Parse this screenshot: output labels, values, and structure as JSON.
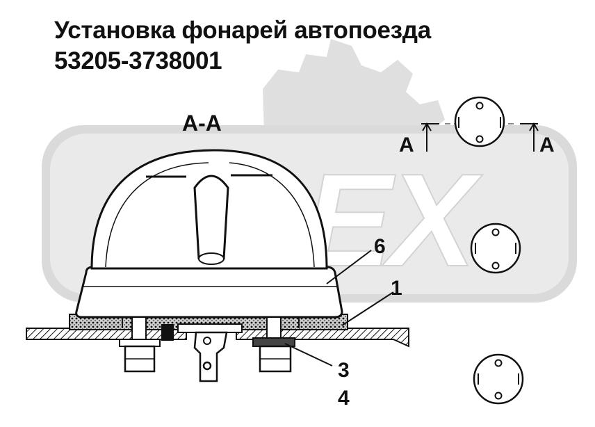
{
  "title": {
    "line1": "Установка фонарей автопоезда",
    "line2": "53205-3738001"
  },
  "watermark": {
    "text": "OPEX",
    "color": "#d0d0d0"
  },
  "section": {
    "label": "A-A",
    "marker_left": "A",
    "marker_right": "A"
  },
  "callouts": [
    "6",
    "1",
    "3",
    "4"
  ],
  "colors": {
    "line": "#111111",
    "lamp_fill": "#ffffff",
    "background": "#ffffff"
  }
}
